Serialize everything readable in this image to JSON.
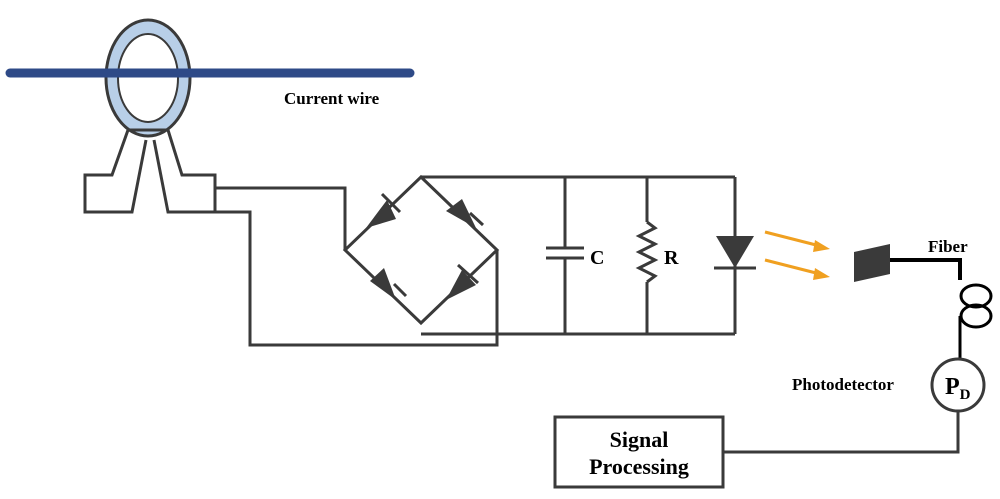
{
  "labels": {
    "current_wire": "Current wire",
    "capacitor": "C",
    "resistor": "R",
    "fiber": "Fiber",
    "photodetector": "Photodetector",
    "pd_main": "P",
    "pd_sub": "D",
    "signal_line1": "Signal",
    "signal_line2": "Processing"
  },
  "colors": {
    "wire_line": "#2e4a87",
    "core_fill": "#b8cfe8",
    "circuit": "#3a3a3a",
    "light_arrows": "#f0a020"
  }
}
